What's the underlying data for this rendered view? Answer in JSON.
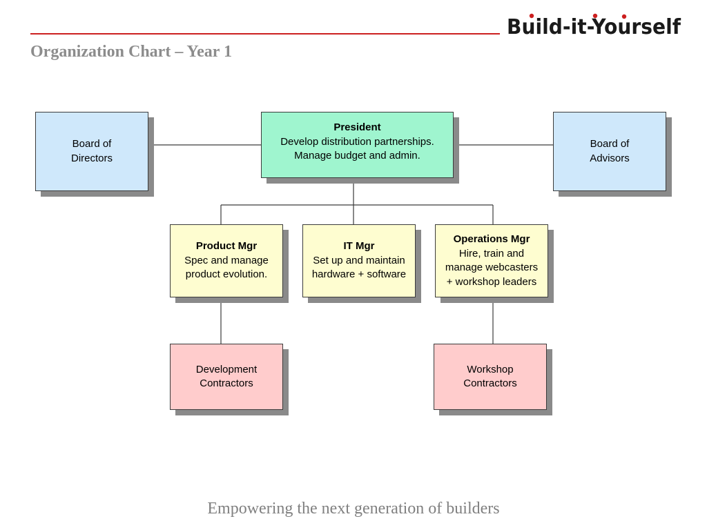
{
  "logo": {
    "text": "Build-it-Yourself"
  },
  "title": "Organization Chart – Year 1",
  "org": {
    "board_directors": {
      "lines": [
        "Board of",
        "Directors"
      ]
    },
    "president": {
      "role": "President",
      "lines": [
        "Develop distribution partnerships.",
        "Manage budget and admin."
      ]
    },
    "board_advisors": {
      "lines": [
        "Board of",
        "Advisors"
      ]
    },
    "product_mgr": {
      "role": "Product Mgr",
      "lines": [
        "Spec and manage",
        "product evolution."
      ]
    },
    "it_mgr": {
      "role": "IT Mgr",
      "lines": [
        "Set up and maintain",
        "hardware + software"
      ]
    },
    "operations_mgr": {
      "role": "Operations Mgr",
      "lines": [
        "Hire, train and",
        "manage webcasters",
        "+ workshop leaders"
      ]
    },
    "dev_contractors": {
      "lines": [
        "Development",
        "Contractors"
      ]
    },
    "workshop_contractors": {
      "lines": [
        "Workshop",
        "Contractors"
      ]
    }
  },
  "tagline": "Empowering the next generation of builders",
  "colors": {
    "rule": "#cc1f1f",
    "board": "#cfe8fb",
    "president": "#9ff5cf",
    "managers": "#fefdd0",
    "contractors": "#ffcccc"
  }
}
